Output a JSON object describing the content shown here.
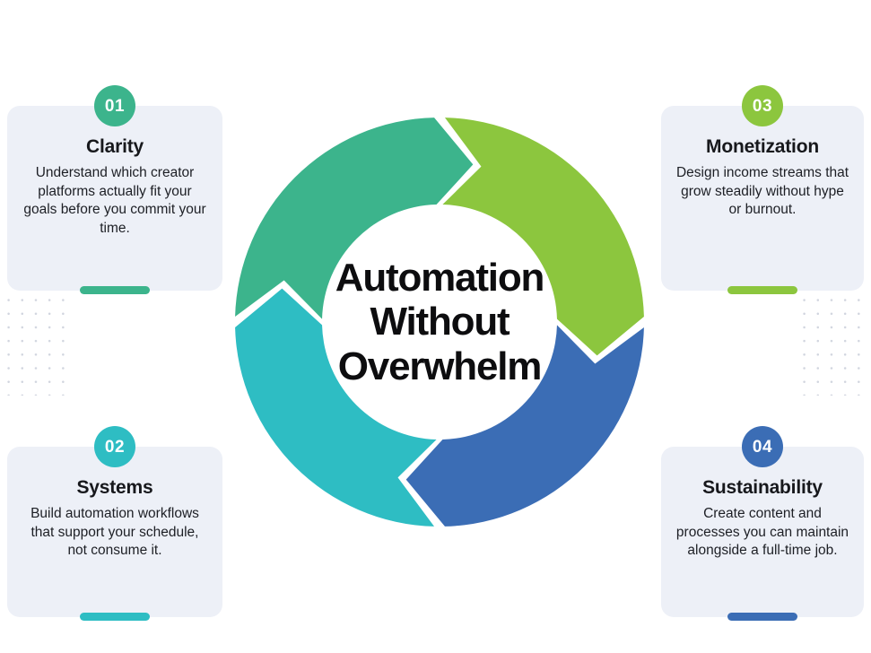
{
  "palette": {
    "green_teal": "#3cb48c",
    "lime": "#8cc63e",
    "blue": "#3b6db5",
    "cyan": "#2ebdc3",
    "card_bg": "#edf0f7",
    "text_dark": "#17181c",
    "dot_gray": "#c9ced9",
    "page_bg": "#ffffff"
  },
  "center": {
    "line1": "Automation",
    "line2": "Without",
    "line3": "Overwhelm"
  },
  "chart_data": {
    "type": "pie",
    "title": "Automation Without Overwhelm",
    "subtype": "arrow-donut-cycle",
    "segments": [
      {
        "label": "Monetization",
        "number": "03",
        "color": "#8cc63e",
        "start_deg": 0,
        "end_deg": 90,
        "value": 25
      },
      {
        "label": "Sustainability",
        "number": "04",
        "color": "#3b6db5",
        "start_deg": 90,
        "end_deg": 180,
        "value": 25
      },
      {
        "label": "Systems",
        "number": "02",
        "color": "#2ebdc3",
        "start_deg": 180,
        "end_deg": 270,
        "value": 25
      },
      {
        "label": "Clarity",
        "number": "01",
        "color": "#3cb48c",
        "start_deg": 270,
        "end_deg": 360,
        "value": 25
      }
    ],
    "values": [
      25,
      25,
      25,
      25
    ],
    "categories": [
      "Monetization",
      "Sustainability",
      "Systems",
      "Clarity"
    ],
    "legend": "none",
    "direction": "clockwise"
  },
  "cards": [
    {
      "number": "01",
      "title": "Clarity",
      "desc": "Understand which creator platforms actually fit your goals   before you commit your time.",
      "color": "#3cb48c"
    },
    {
      "number": "02",
      "title": "Systems",
      "desc": "Build automation workflows that support your schedule, not consume it.",
      "color": "#2ebdc3"
    },
    {
      "number": "03",
      "title": "Monetization",
      "desc": "Design income streams that grow steadily without hype or burnout.",
      "color": "#8cc63e"
    },
    {
      "number": "04",
      "title": "Sustainability",
      "desc": "Create content and processes you can maintain alongside a full-time job.",
      "color": "#3b6db5"
    }
  ]
}
